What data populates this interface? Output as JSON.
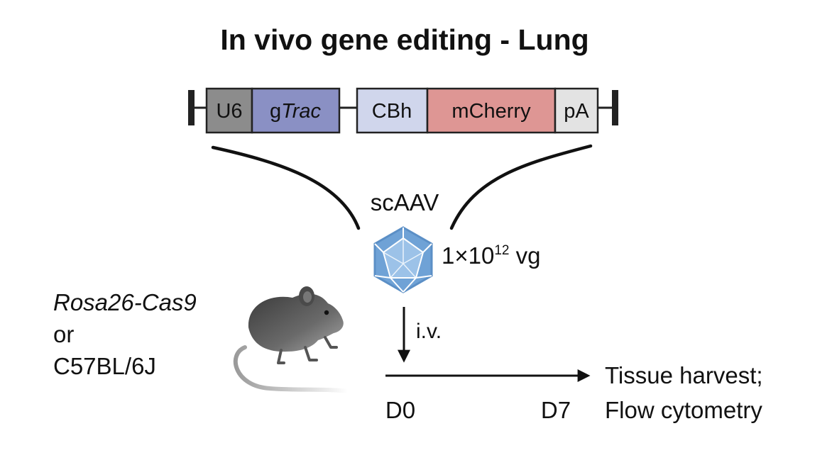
{
  "title": "In vivo gene editing - Lung",
  "construct": {
    "elements": [
      {
        "label": "U6",
        "italic_part": "",
        "color": "#8c8c8c"
      },
      {
        "label": "g",
        "italic_part": "Trac",
        "color": "#8a90c4"
      },
      {
        "label": "CBh",
        "italic_part": "",
        "color": "#d0d6ec"
      },
      {
        "label": "mCherry",
        "italic_part": "",
        "color": "#de9694"
      },
      {
        "label": "pA",
        "italic_part": "",
        "color": "#e3e3e3"
      }
    ]
  },
  "vector": {
    "name": "scAAV",
    "dose_prefix": "1×10",
    "dose_exponent": "12",
    "dose_unit": " vg",
    "capsid_color": "#6fa2d6"
  },
  "mouse": {
    "strain1": "Rosa26-Cas9",
    "connector": "or",
    "strain2": "C57BL/6J",
    "icon": "mouse-icon"
  },
  "timeline": {
    "route": "i.v.",
    "start_label": "D0",
    "end_label": "D7",
    "outcome_line1": "Tissue harvest;",
    "outcome_line2": "Flow cytometry"
  }
}
